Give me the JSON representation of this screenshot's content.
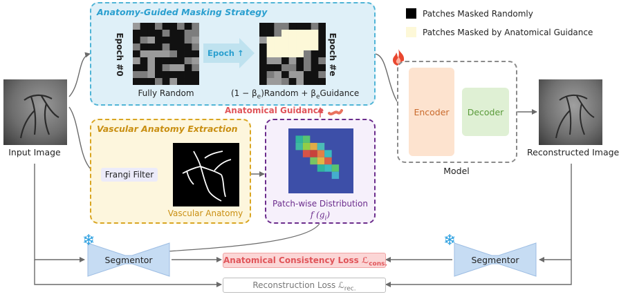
{
  "masking": {
    "title": "Anatomy-Guided Masking Strategy",
    "epoch0_label": "Epoch #0",
    "epoche_label": "Epoch #e",
    "arrow_label": "Epoch ↑",
    "random_caption": "Fully Random",
    "guided_caption_pre": "(1 − β",
    "guided_caption_sub": "e",
    "guided_caption_mid": ")Random + β",
    "guided_caption_sub2": "e",
    "guided_caption_post": "Guidance"
  },
  "legend": {
    "random": "Patches Masked Randomly",
    "anatomical": "Patches Masked by Anatomical Guidance"
  },
  "input_caption": "Input Image",
  "reconstructed_caption": "Reconstructed Image",
  "model": {
    "caption": "Model",
    "encoder": "Encoder",
    "decoder": "Decoder"
  },
  "extraction": {
    "title": "Vascular Anatomy Extraction",
    "frangi": "Frangi Filter",
    "anatomy_caption": "Vascular Anatomy"
  },
  "distribution": {
    "caption": "Patch-wise Distribution",
    "formula_pre": "f (g",
    "formula_sub": "i",
    "formula_post": ")"
  },
  "anatomical_guidance": "Anatomical Guidance",
  "segmentor_left": "Segmentor",
  "segmentor_right": "Segmentor",
  "consistency_loss": {
    "text": "Anatomical Consistency Loss ℒ",
    "sub": "cons."
  },
  "reconstruction_loss": {
    "text": "Reconstruction Loss ℒ",
    "sub": "rec."
  },
  "colors": {
    "masking_border": "#4fb4d6",
    "masking_fill": "#dff0f8",
    "extraction_border": "#d9a521",
    "extraction_fill": "#fdf6dd",
    "distribution_border": "#6b2c8c",
    "distribution_fill": "#f6f0fb",
    "encoder_fill": "#fde3cf",
    "decoder_fill": "#dff0d4",
    "consistency_fill": "#fbd6d6",
    "consistency_text": "#e0555a",
    "segmentor_fill": "#c6dcf3"
  }
}
